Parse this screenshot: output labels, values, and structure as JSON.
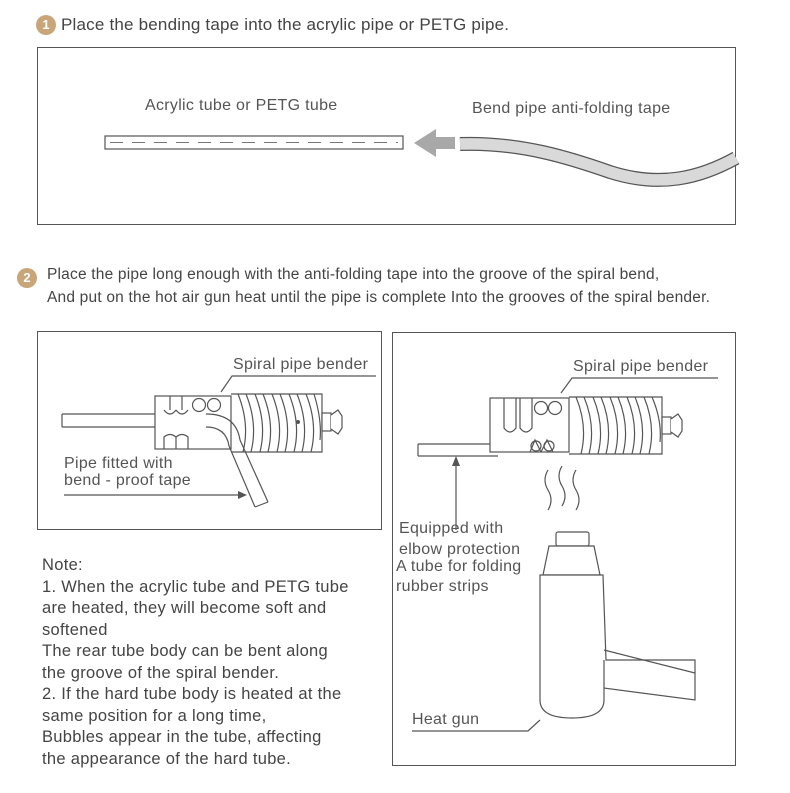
{
  "colors": {
    "badge": "#c9a67a",
    "line": "#555555",
    "tape_fill": "#d9d9d9",
    "arrow": "#a8a8a8"
  },
  "step1": {
    "number": "1",
    "text": "Place the bending tape into the acrylic pipe or PETG pipe.",
    "tube_label": "Acrylic tube or PETG tube",
    "tape_label": "Bend pipe anti-folding tape"
  },
  "step2": {
    "number": "2",
    "line1": "Place the pipe long enough with the anti-folding tape into the groove of the spiral bend,",
    "line2": "And put on the hot air gun heat until the pipe is complete Into the grooves of the spiral bender."
  },
  "left_panel": {
    "bender_label": "Spiral pipe bender",
    "pipe_label_1": "Pipe fitted with",
    "pipe_label_2": "bend - proof tape"
  },
  "right_panel": {
    "bender_label": "Spiral pipe bender",
    "elbow_1": "Equipped with",
    "elbow_2": "elbow protection",
    "folding_1": "A tube for folding",
    "folding_2": "rubber strips",
    "heat_gun": "Heat gun"
  },
  "note": {
    "lines": [
      "Note:",
      "1. When the acrylic tube and PETG tube",
      "are heated, they will become soft and",
      "softened",
      "The rear tube body can be bent along",
      "the groove of the spiral bender.",
      "2. If the hard tube body is heated at the",
      "same position for a long time,",
      "Bubbles appear in the tube, affecting",
      "the appearance of the hard tube."
    ]
  }
}
